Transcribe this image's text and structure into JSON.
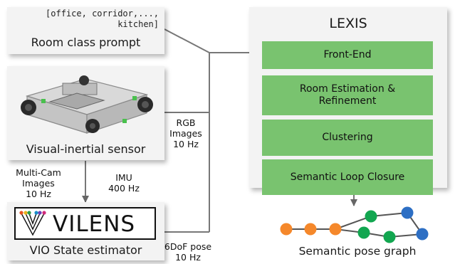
{
  "prompt_box": {
    "list_text": "[office, corridor,...,\n kitchen]",
    "label": "Room class prompt"
  },
  "sensor_box": {
    "label": "Visual-inertial sensor"
  },
  "vio_box": {
    "logo_text": "VILENS",
    "label": "VIO State estimator"
  },
  "lexis": {
    "title": "LEXIS",
    "stages": [
      "Front-End",
      "Room Estimation &\nRefinement",
      "Clustering",
      "Semantic Loop Closure"
    ]
  },
  "annotations": {
    "rgb": "RGB\nImages\n10 Hz",
    "multicam": "Multi-Cam\nImages\n10 Hz",
    "imu": "IMU\n400 Hz",
    "pose": "6DoF pose\n10 Hz"
  },
  "graph": {
    "label": "Semantic pose graph",
    "colors": {
      "orange": "#f5882b",
      "green": "#12a650",
      "blue": "#2d6fc4",
      "edge": "#555555"
    }
  }
}
